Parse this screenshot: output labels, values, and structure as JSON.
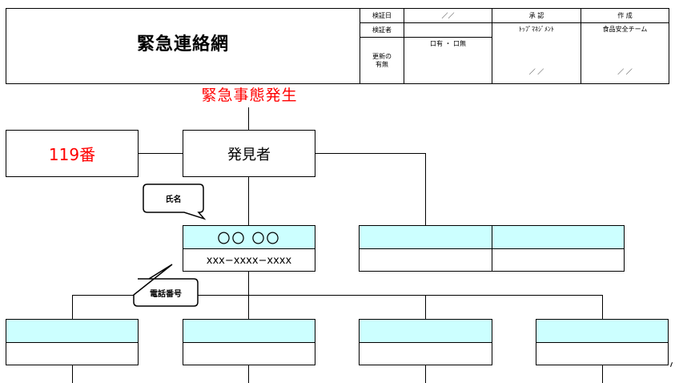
{
  "header": {
    "title": "緊急連絡網",
    "verify_date_label": "検証日",
    "verify_date_value": "／／",
    "verifier_label": "検証者",
    "update_label_line1": "更新の",
    "update_label_line2": "有無",
    "update_options": "口有 ・ 口無",
    "approval_label": "承 認",
    "approval_value": "ﾄｯﾌﾟﾏﾈｼﾞﾒﾝﾄ",
    "approval_date": "／ ／",
    "created_label": "作 成",
    "created_value": "食品安全チーム",
    "created_date": "／ ／"
  },
  "chart": {
    "emergency_label": "緊急事態発生",
    "fire_number": "119番",
    "finder": "発見者",
    "callout_name": "氏名",
    "callout_phone": "電話番号",
    "contact_name": "〇〇 〇〇",
    "contact_phone": "xxx−xxxx−xxxx"
  },
  "colors": {
    "emergency_red": "#ff0000",
    "card_header_fill": "#ccffff"
  }
}
